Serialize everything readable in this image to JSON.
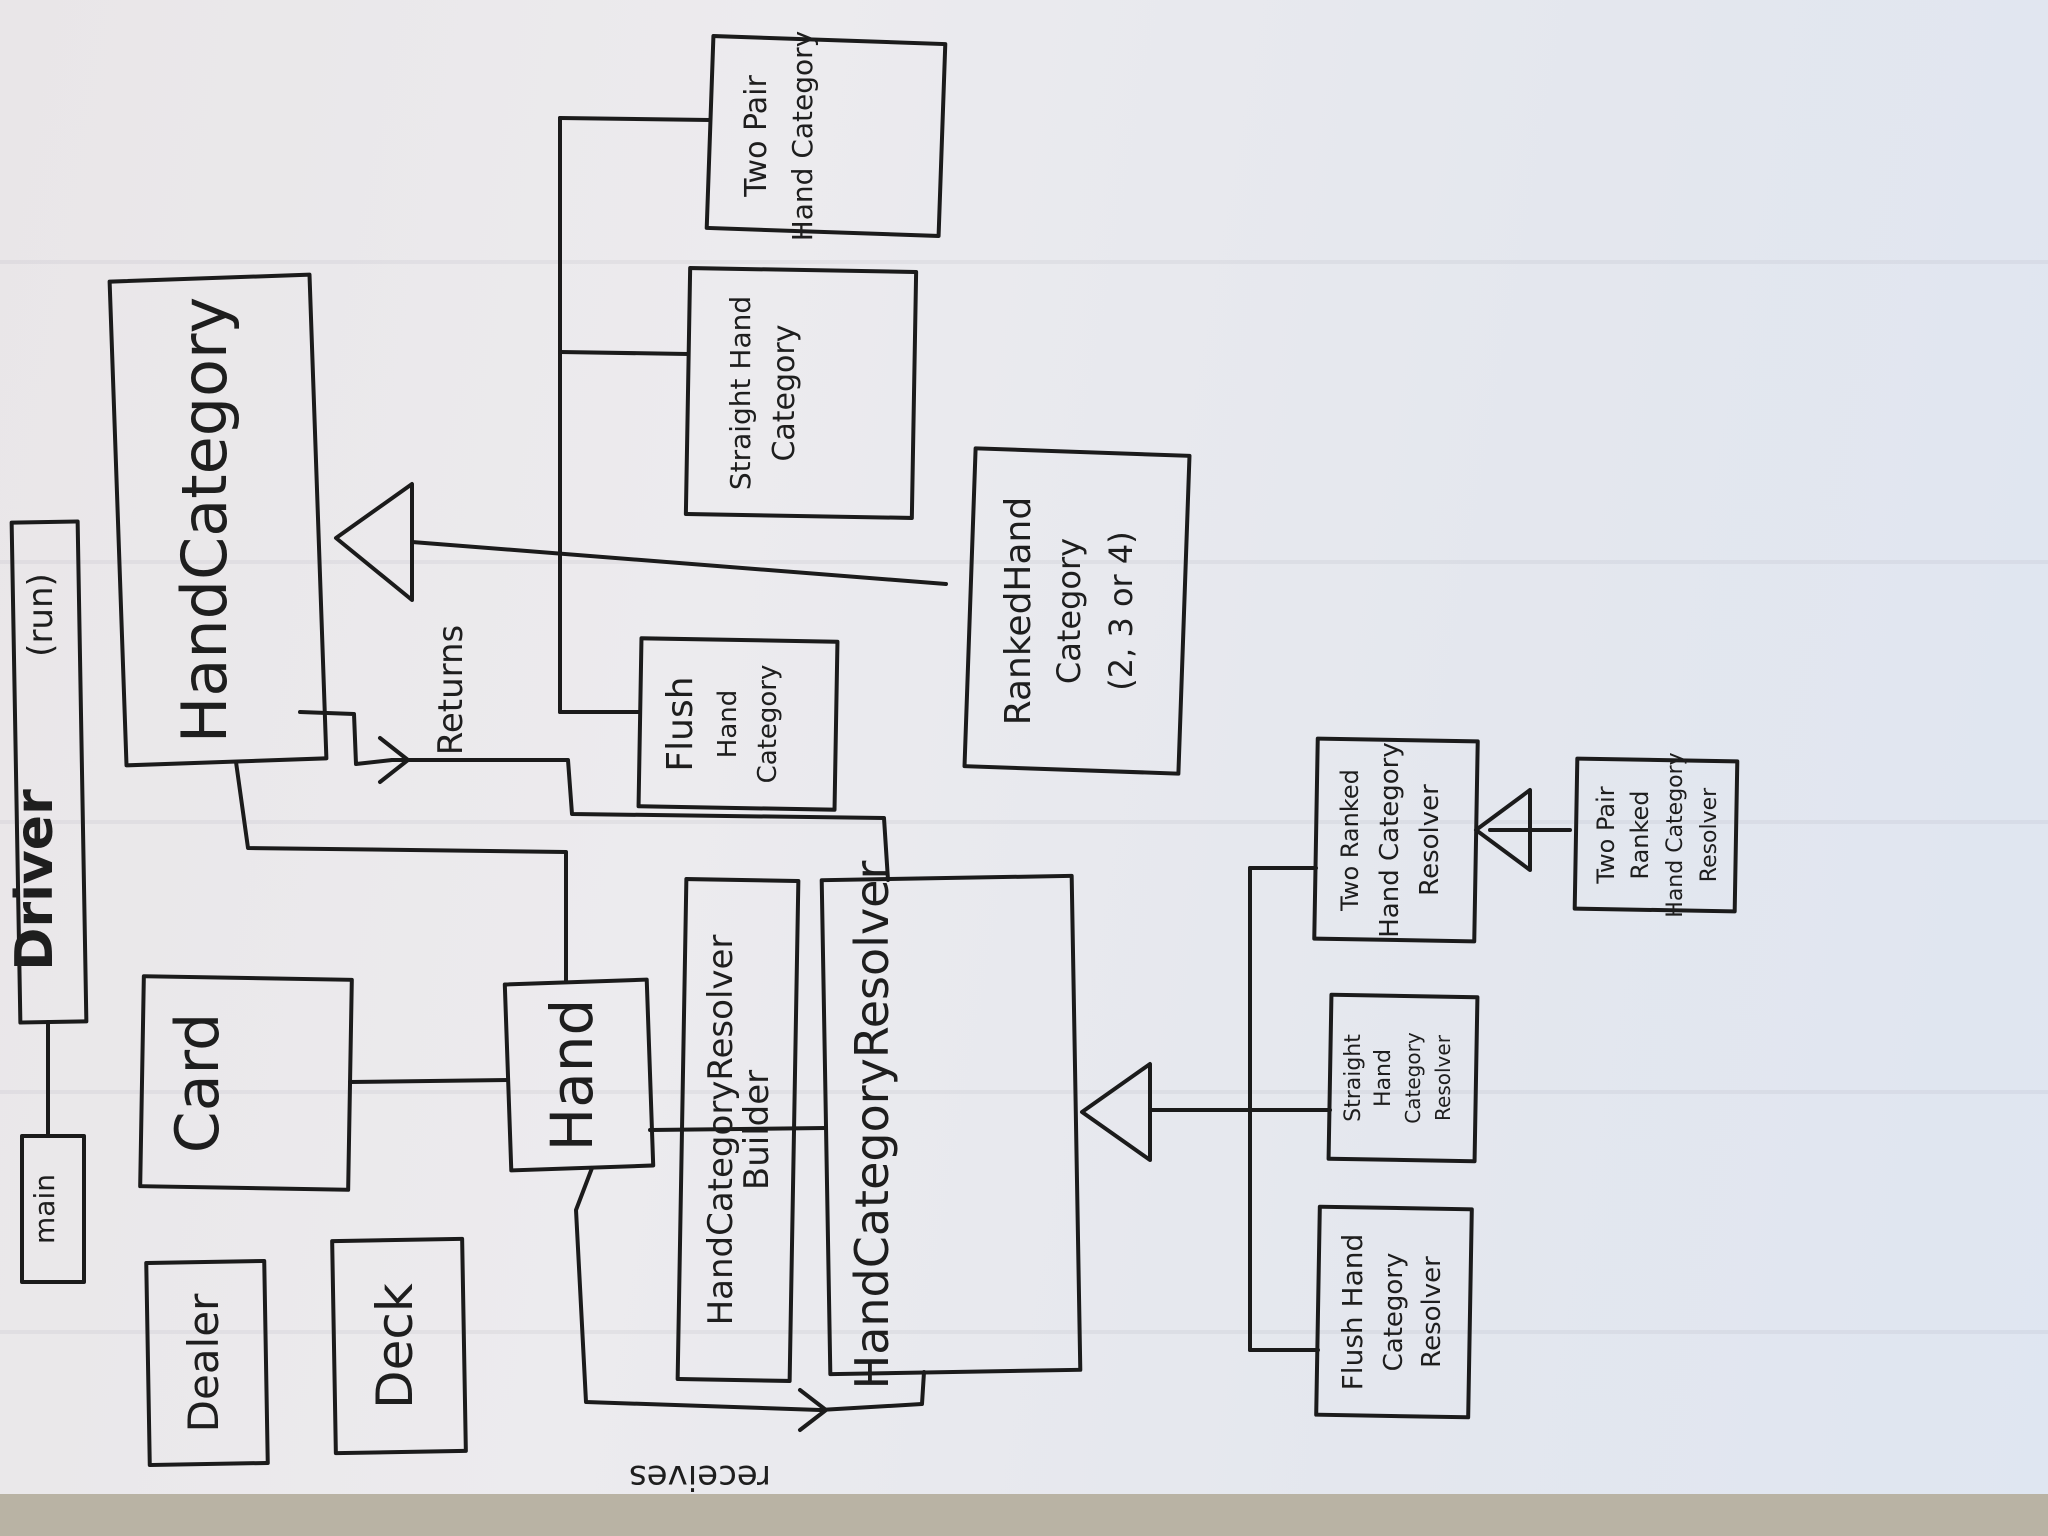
{
  "diagram": {
    "driver": {
      "title": "Driver",
      "method": "(run)",
      "entry": "main"
    },
    "classes": {
      "hand_category": "HandCategory",
      "card": "Card",
      "hand": "Hand",
      "dealer": "Dealer",
      "deck": "Deck",
      "resolver_builder": [
        "HandCategoryResolver",
        "Builder"
      ],
      "resolver": "HandCategoryResolver",
      "flush_hand_category": [
        "Flush",
        "Hand",
        "Category"
      ],
      "straight_hand_category": [
        "Straight Hand",
        "Category"
      ],
      "two_pair_hand_category": [
        "Two Pair",
        "Hand Category"
      ],
      "ranked_hand_category": [
        "RankedHand",
        "Category",
        "(2, 3 or 4)"
      ],
      "flush_resolver": [
        "Flush Hand",
        "Category",
        "Resolver"
      ],
      "straight_resolver": [
        "Straight",
        "Hand",
        "Category",
        "Resolver"
      ],
      "two_ranked_resolver": [
        "Two Ranked",
        "Hand Category",
        "Resolver"
      ],
      "two_pair_ranked_resolver": [
        "Two Pair",
        "Ranked",
        "Hand Category",
        "Resolver"
      ]
    },
    "relations": {
      "returns": "Returns",
      "receives": "receives"
    }
  }
}
